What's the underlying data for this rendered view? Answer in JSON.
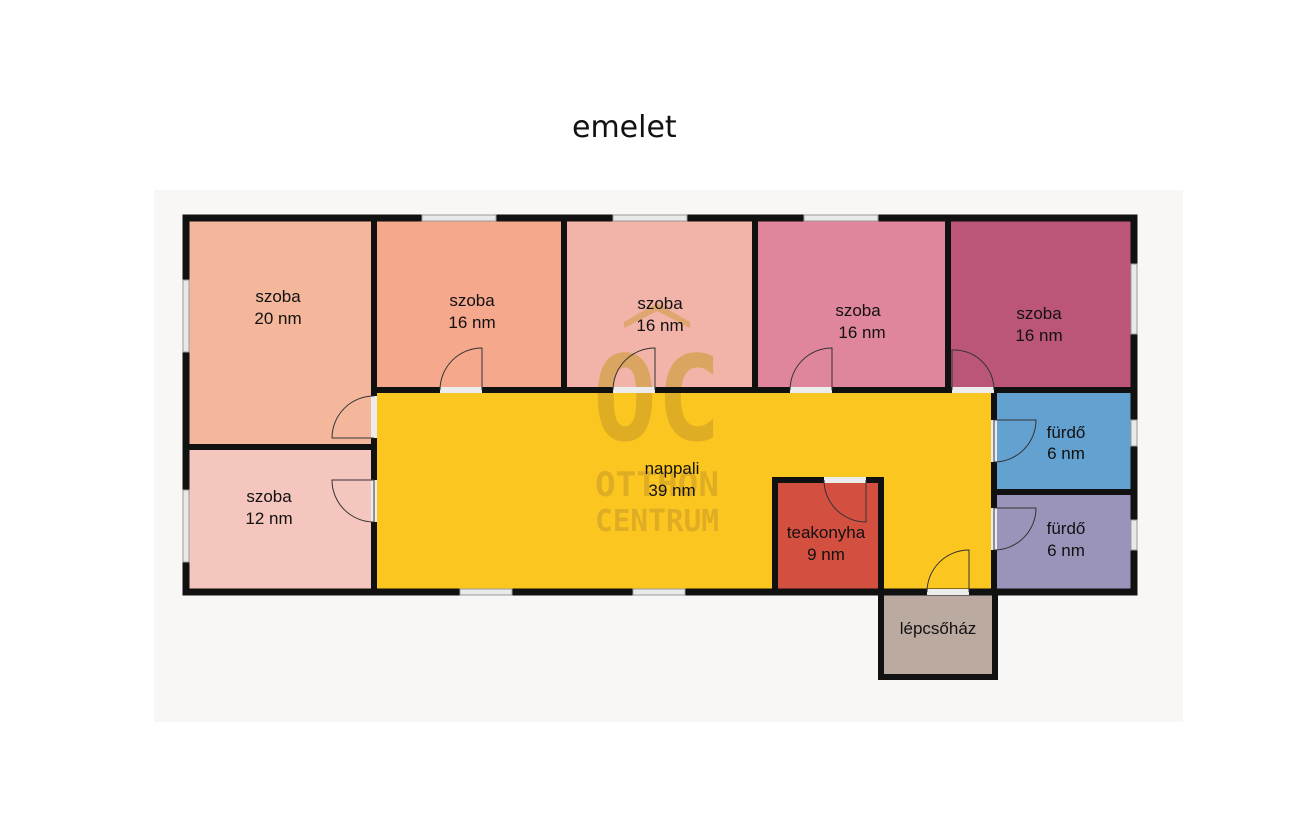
{
  "title": "emelet",
  "watermark": {
    "line1": "OC",
    "line2": "OTTHON",
    "line3": "CENTRUM"
  },
  "colors": {
    "wall": "#111111",
    "szoba_20": "#f4b79b",
    "szoba_16_a": "#f6a88c",
    "szoba_16_b": "#f2b3a9",
    "szoba_16_c": "#df869d",
    "szoba_16_d": "#bc5679",
    "szoba_12": "#f4c6bd",
    "nappali": "#fcc620",
    "teakonyha": "#d34f40",
    "furdo_1": "#62a1d0",
    "furdo_2": "#9a94ba",
    "lepcsohaz": "#bbaaa0"
  },
  "rooms": [
    {
      "id": "szoba-20",
      "name": "szoba",
      "area": "20 nm"
    },
    {
      "id": "szoba-16-a",
      "name": "szoba",
      "area": "16 nm"
    },
    {
      "id": "szoba-16-b",
      "name": "szoba",
      "area": "16 nm"
    },
    {
      "id": "szoba-16-c",
      "name": "szoba",
      "area": "16 nm"
    },
    {
      "id": "szoba-16-d",
      "name": "szoba",
      "area": "16 nm"
    },
    {
      "id": "szoba-12",
      "name": "szoba",
      "area": "12 nm"
    },
    {
      "id": "nappali",
      "name": "nappali",
      "area": "39 nm"
    },
    {
      "id": "teakonyha",
      "name": "teakonyha",
      "area": "9 nm"
    },
    {
      "id": "furdo-1",
      "name": "fürdő",
      "area": "6 nm"
    },
    {
      "id": "furdo-2",
      "name": "fürdő",
      "area": "6 nm"
    },
    {
      "id": "lepcsohaz",
      "name": "lépcsőház",
      "area": ""
    }
  ]
}
